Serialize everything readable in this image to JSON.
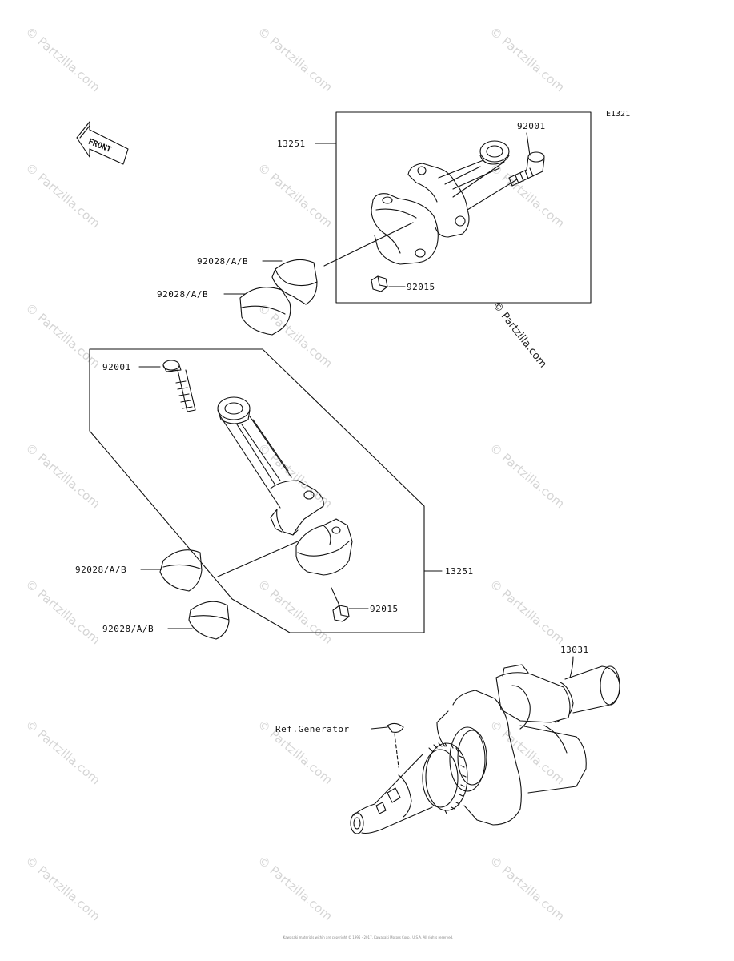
{
  "diagram_code": "E1321",
  "front_label": "FRONT",
  "watermark": "© Partzilla.com",
  "labels": {
    "top_rod_assembly": "13251",
    "top_bolt": "92001",
    "top_bearing_a": "92028/A/B",
    "top_bearing_b": "92028/A/B",
    "top_nut": "92015",
    "mid_bolt": "92001",
    "mid_rod_assembly": "13251",
    "mid_bearing_a": "92028/A/B",
    "mid_bearing_b": "92028/A/B",
    "mid_nut": "92015",
    "crankshaft": "13031",
    "ref_generator": "Ref.Generator"
  },
  "copyright": "Kawasaki materials within are copyright © 1995 - 2017, Kawasaki Motors Corp., U.S.A. All rights reserved."
}
